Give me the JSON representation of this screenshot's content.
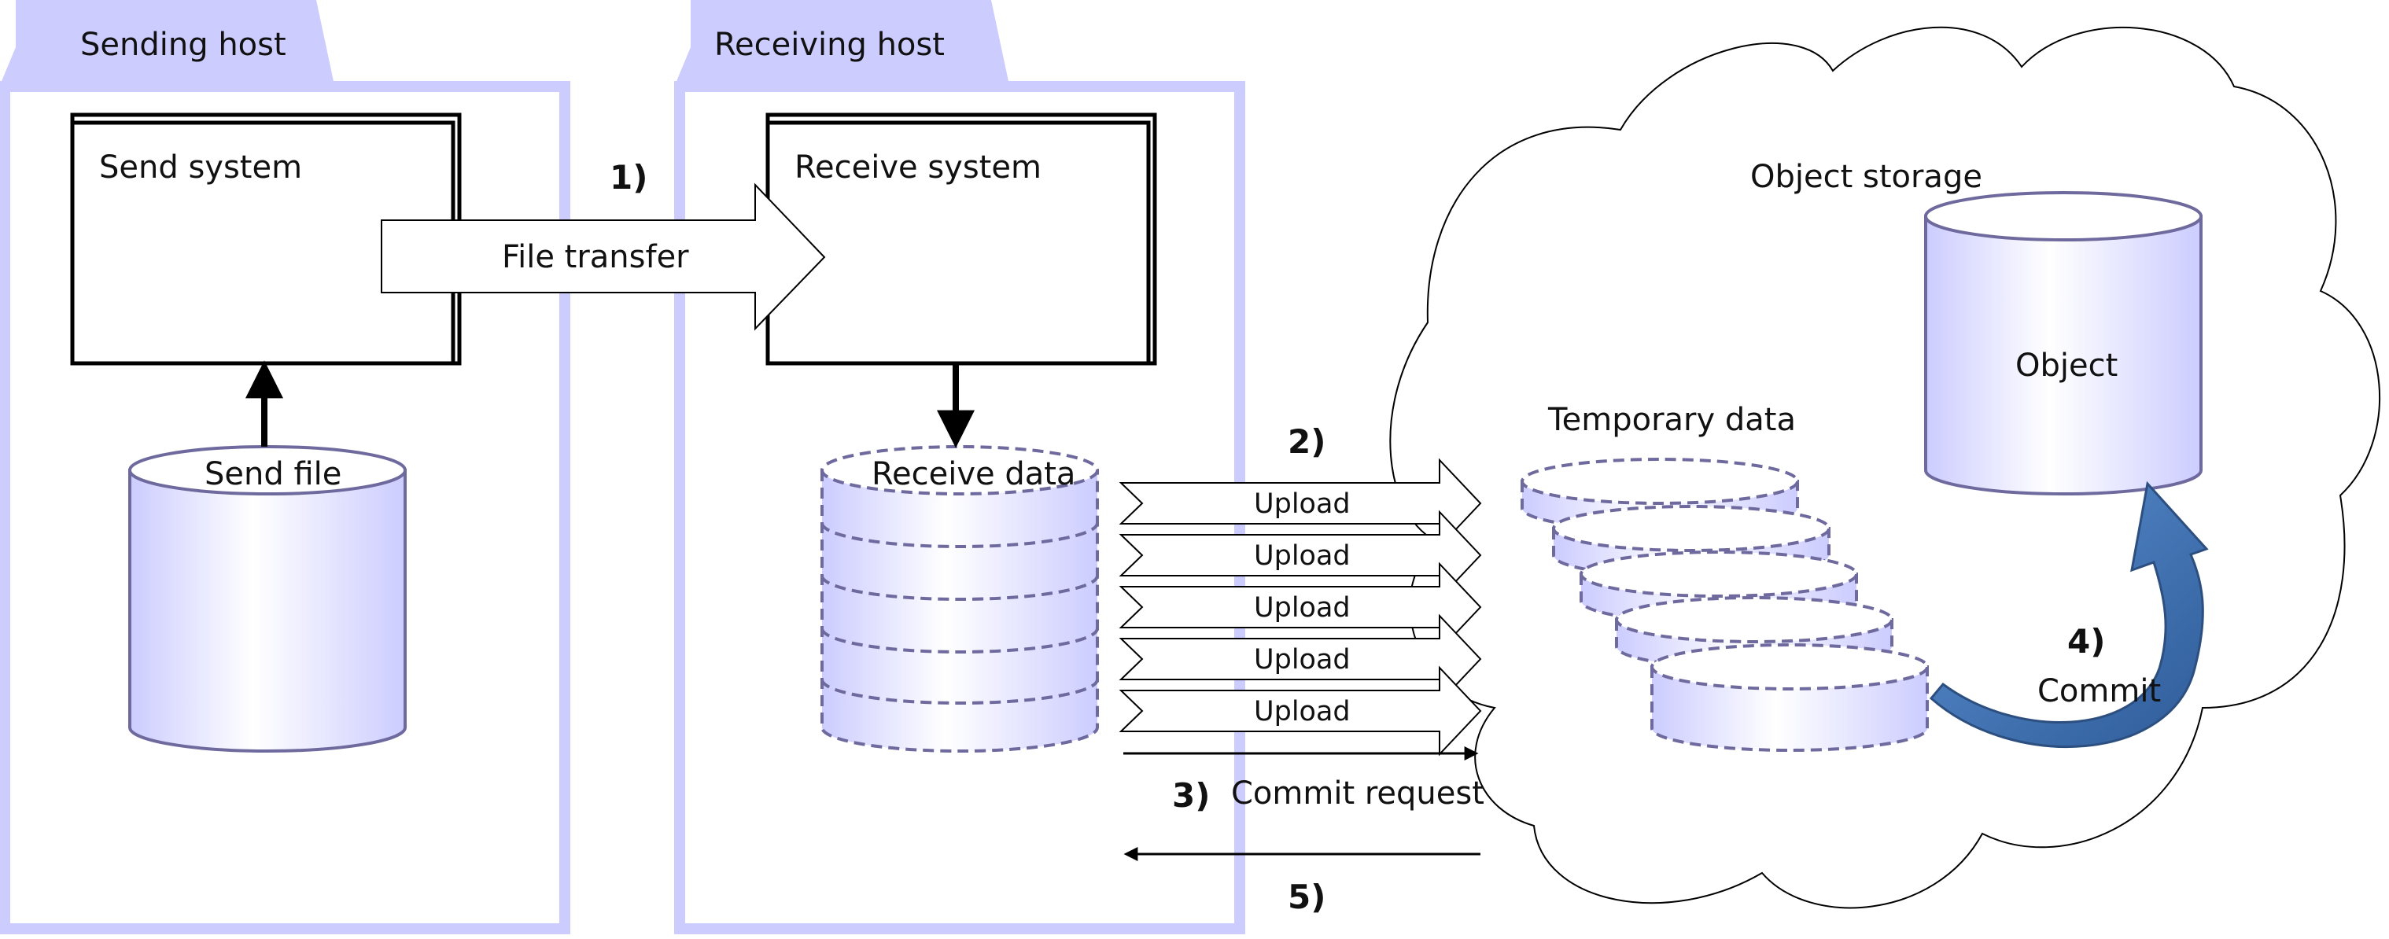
{
  "colors": {
    "frame": "#ccccff",
    "cylinder_light": "#ffffff",
    "cylinder_shade": "#ccccff",
    "cylinder_stroke": "#6f6a9e",
    "commit_arrow": "#3f6fae",
    "line": "#000000"
  },
  "hosts": {
    "sending": {
      "tab_label": "Sending host"
    },
    "receiving": {
      "tab_label": "Receiving host"
    }
  },
  "systems": {
    "send": "Send system",
    "receive": "Receive system"
  },
  "stores": {
    "send_file": "Send file",
    "receive_data": "Receive data",
    "temporary_data": "Temporary data",
    "object_storage": "Object storage",
    "object": "Object"
  },
  "steps": {
    "s1": {
      "num": "1)",
      "label": "File transfer"
    },
    "s2": {
      "num": "2)",
      "label": "Upload"
    },
    "s3": {
      "num": "3)",
      "label": "Commit request"
    },
    "s4": {
      "num": "4)",
      "label": "Commit"
    },
    "s5": {
      "num": "5)"
    }
  },
  "uploads": [
    "Upload",
    "Upload",
    "Upload",
    "Upload",
    "Upload"
  ]
}
